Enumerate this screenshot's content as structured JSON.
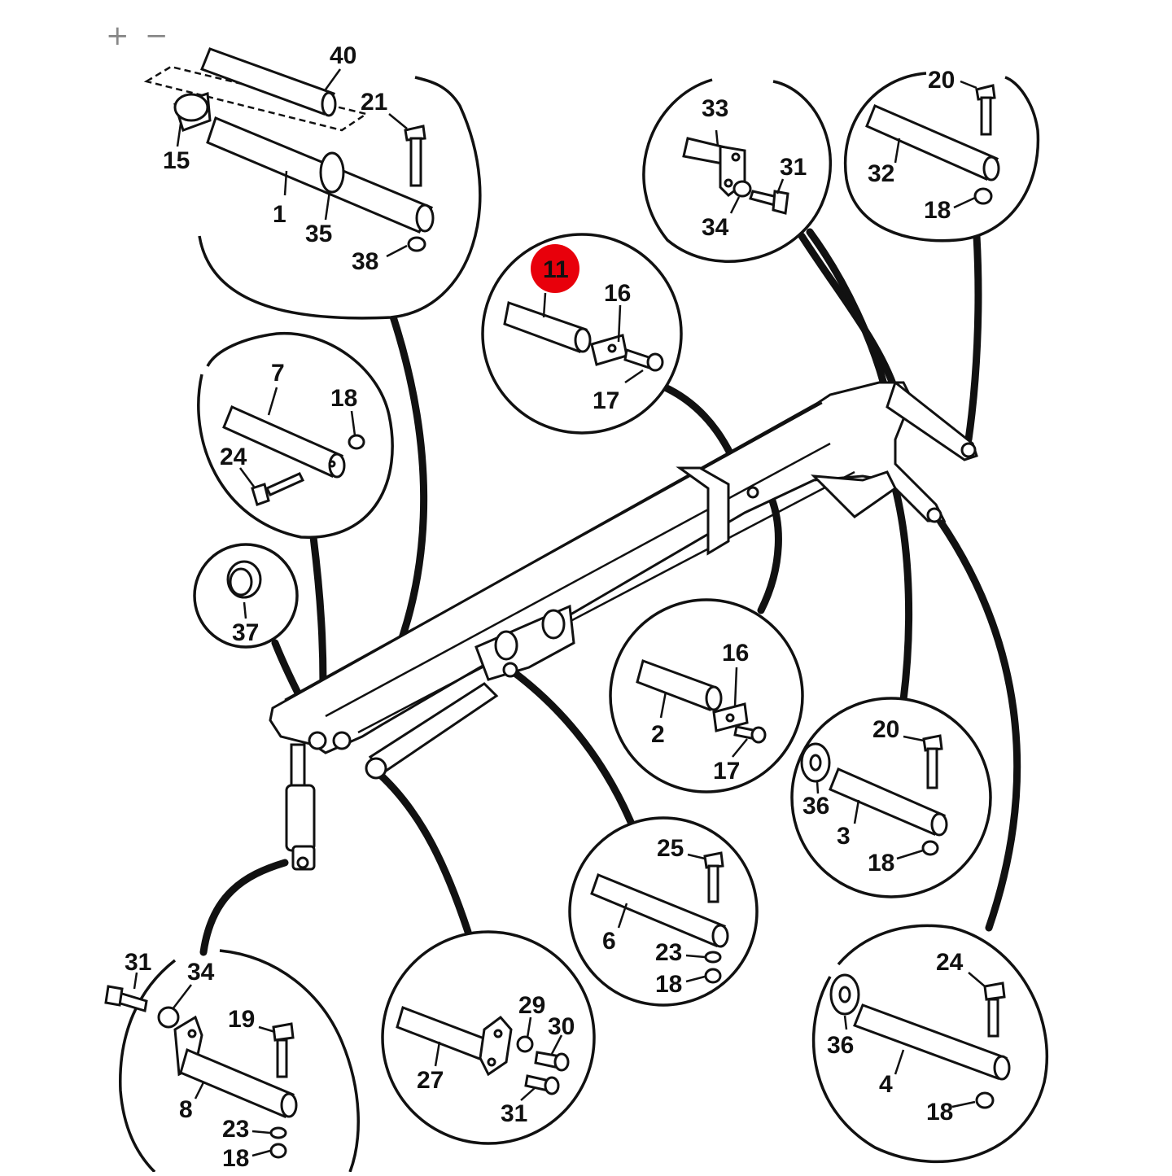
{
  "zoom": {
    "in_label": "+",
    "out_label": "−"
  },
  "highlight_color": "#e8000b",
  "labels": {
    "p40": "40",
    "p21a": "21",
    "p15": "15",
    "p1": "1",
    "p35": "35",
    "p38": "38",
    "p11": "11",
    "p16a": "16",
    "p17a": "17",
    "p33": "33",
    "p31a": "31",
    "p34a": "34",
    "p20a": "20",
    "p32": "32",
    "p18a": "18",
    "p7": "7",
    "p18b": "18",
    "p24a": "24",
    "p37": "37",
    "p2": "2",
    "p16b": "16",
    "p17b": "17",
    "p20b": "20",
    "p36a": "36",
    "p3": "3",
    "p18c": "18",
    "p25": "25",
    "p6": "6",
    "p23a": "23",
    "p18d": "18",
    "p24b": "24",
    "p36b": "36",
    "p4": "4",
    "p18e": "18",
    "p31b": "31",
    "p34b": "34",
    "p19": "19",
    "p8": "8",
    "p23b": "23",
    "p18f": "18",
    "p27": "27",
    "p29": "29",
    "p30": "30",
    "p31c": "31"
  }
}
